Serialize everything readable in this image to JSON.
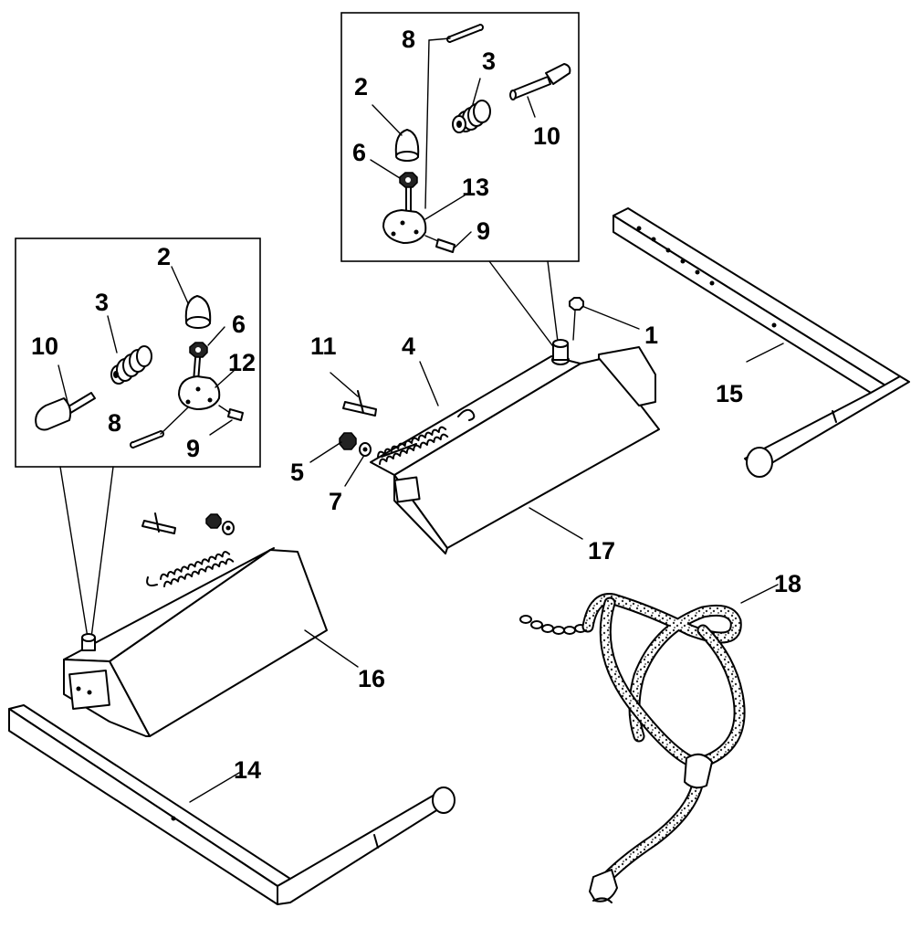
{
  "labels": {
    "p1": "1",
    "p2_top": "2",
    "p3_top": "3",
    "p6_top": "6",
    "p8_top": "8",
    "p9_top": "9",
    "p10_top": "10",
    "p13": "13",
    "p2_left": "2",
    "p3_left": "3",
    "p6_left": "6",
    "p8_left": "8",
    "p9_left": "9",
    "p10_left": "10",
    "p12": "12",
    "p4": "4",
    "p5": "5",
    "p7": "7",
    "p11": "11",
    "p14": "14",
    "p15": "15",
    "p16": "16",
    "p17": "17",
    "p18": "18"
  }
}
